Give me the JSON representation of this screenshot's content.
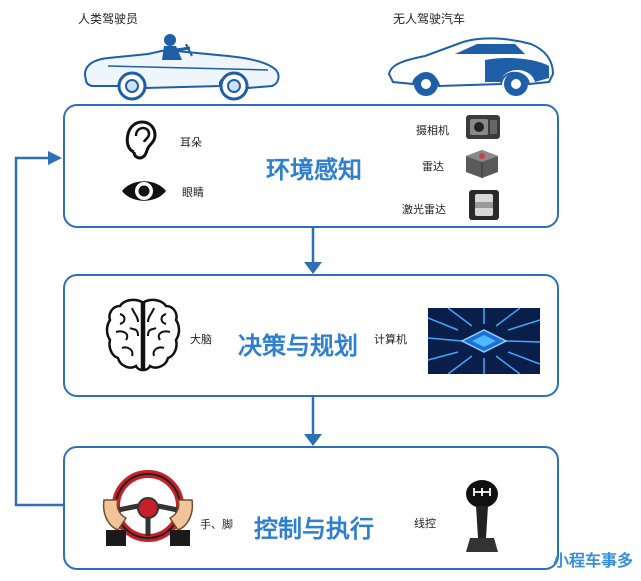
{
  "header": {
    "human_driver": "人类驾驶员",
    "autonomous_car": "无人驾驶汽车"
  },
  "perception": {
    "title": "环境感知",
    "human": [
      "耳朵",
      "眼睛"
    ],
    "machine": [
      "摄相机",
      "雷达",
      "激光雷达"
    ]
  },
  "decision": {
    "title": "决策与规划",
    "human": "大脑",
    "machine": "计算机"
  },
  "control": {
    "title": "控制与执行",
    "human": "手、脚",
    "machine": "线控"
  },
  "watermark": "小程车事多",
  "colors": {
    "border": "#2f6fb6",
    "title": "#2f7fd0",
    "arrow": "#2f6fb6"
  }
}
